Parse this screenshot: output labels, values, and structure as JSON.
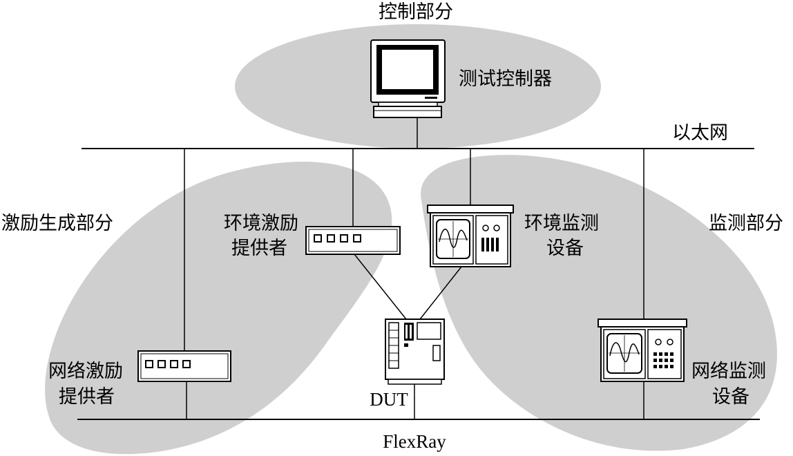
{
  "labels": {
    "control_part": "控制部分",
    "test_controller": "测试控制器",
    "ethernet": "以太网",
    "stimulus_part": "激励生成部分",
    "env_stim_1": "环境激励",
    "env_stim_2": "提供者",
    "env_mon_1": "环境监测",
    "env_mon_2": "设备",
    "monitor_part": "监测部分",
    "net_stim_1": "网络激励",
    "net_stim_2": "提供者",
    "net_mon_1": "网络监测",
    "net_mon_2": "设备",
    "dut": "DUT",
    "flexray": "FlexRay"
  },
  "colors": {
    "region_fill": "#cfcfcf",
    "line": "#000000",
    "device_fill": "#ffffff"
  }
}
